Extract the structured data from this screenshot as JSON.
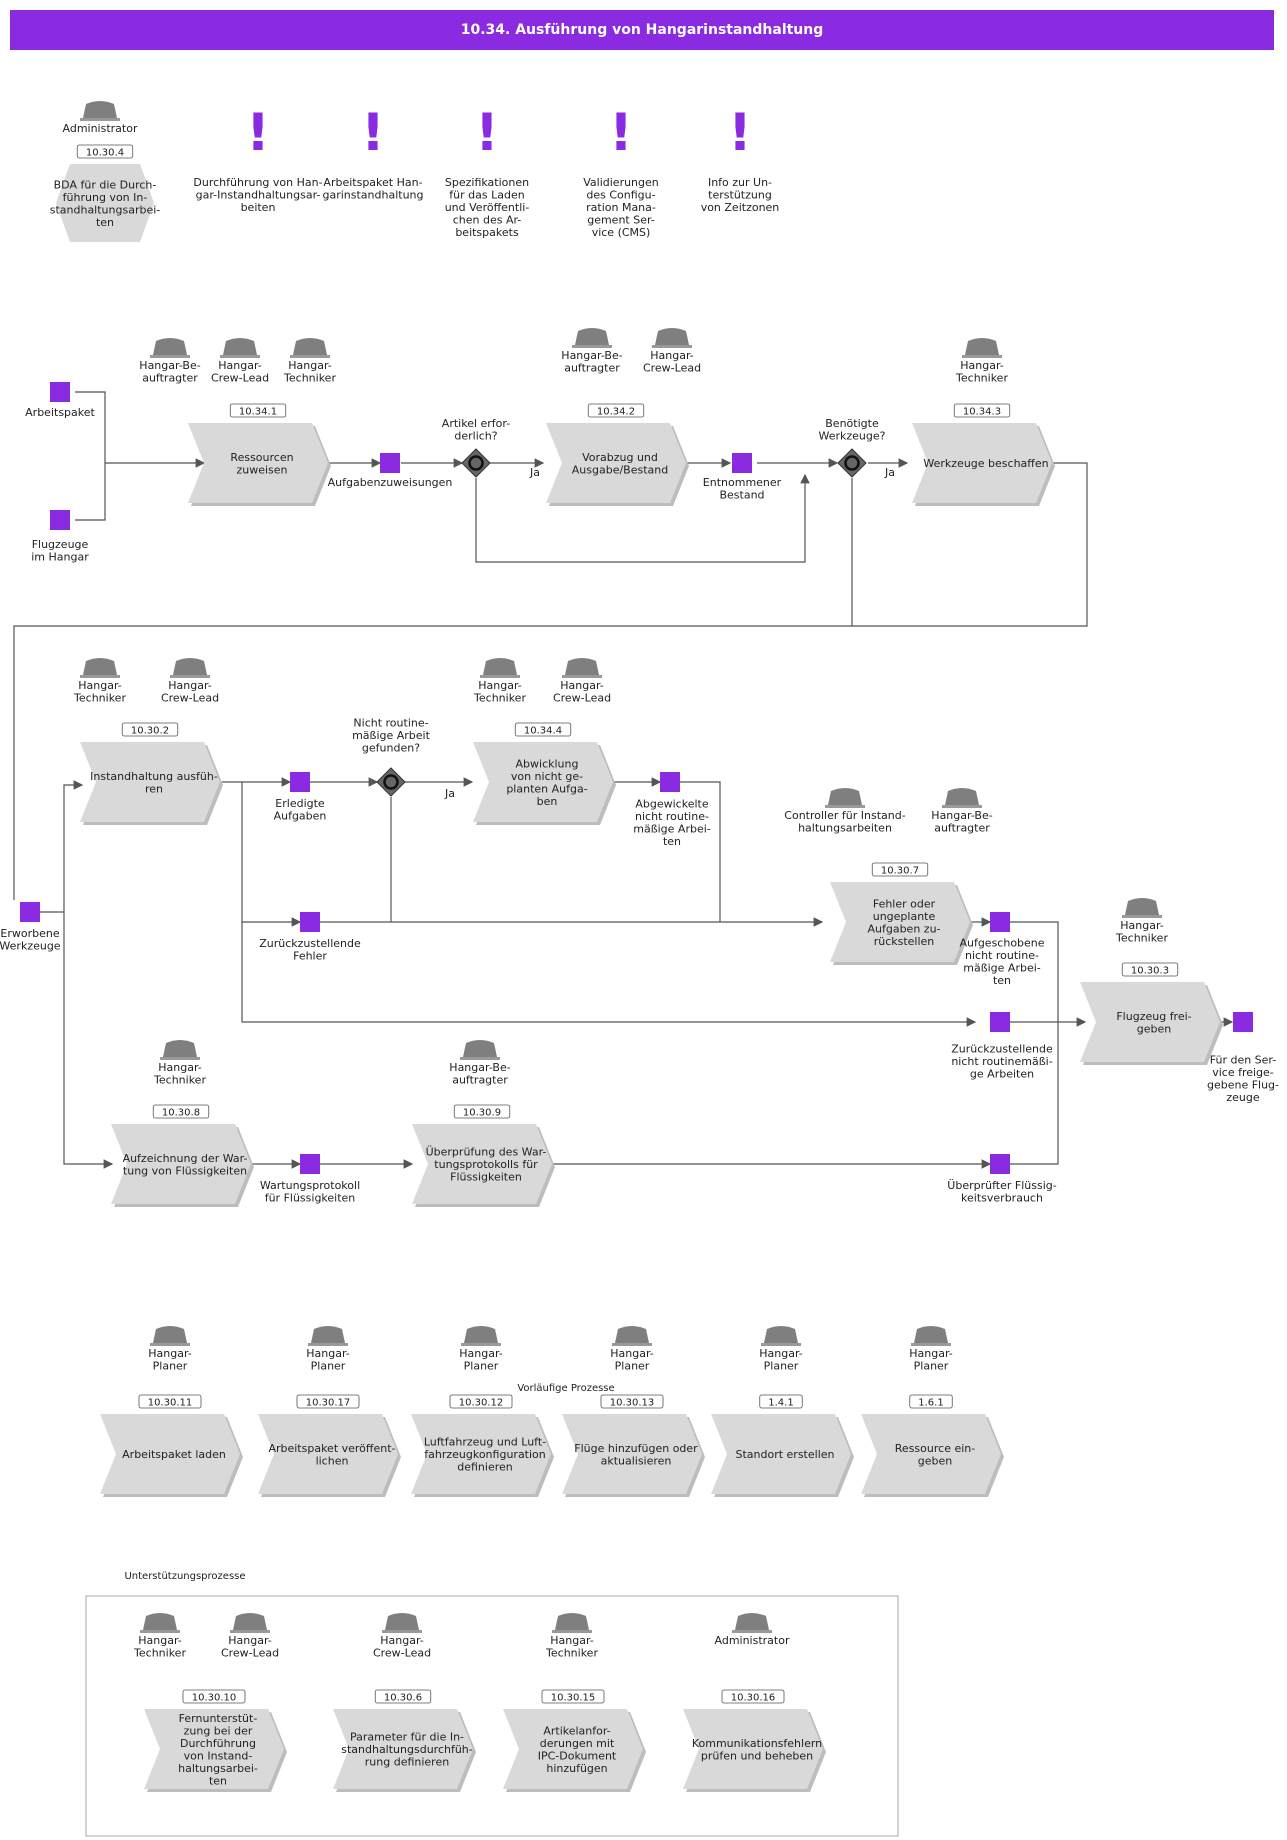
{
  "title": "10.34. Ausführung von Hangarinstandhaltung",
  "header": {
    "actor": "Administrator",
    "code": "10.30.4",
    "process": [
      "BDA für die Durch-",
      "führung von In-",
      "standhaltungsarbei-",
      "ten"
    ],
    "notes": [
      [
        "Durchführung von Han-",
        "gar-Instandhaltungsar-",
        "beiten"
      ],
      [
        "Arbeitspaket Han-",
        "garinstandhaltung"
      ],
      [
        "Spezifikationen",
        "für das Laden",
        "und Veröffentli-",
        "chen des Ar-",
        "beitspakets"
      ],
      [
        "Validierungen",
        "des Configu-",
        "ration Mana-",
        "gement Ser-",
        "vice (CMS)"
      ],
      [
        "Info zur Un-",
        "terstützung",
        "von Zeitzonen"
      ]
    ]
  },
  "roles": {
    "hbe": [
      "Hangar-Be-",
      "auftragter"
    ],
    "hcl": [
      "Hangar-",
      "Crew-Lead"
    ],
    "ht": [
      "Hangar-",
      "Techniker"
    ],
    "hp": [
      "Hangar-",
      "Planer"
    ],
    "ctrl": [
      "Controller für Instand-",
      "haltungsarbeiten"
    ],
    "admin": [
      "Administrator"
    ]
  },
  "main_flow": {
    "inputs": {
      "arbeitspaket": [
        "Arbeitspaket"
      ],
      "flugzeuge": [
        "Flugzeuge",
        "im Hangar"
      ]
    },
    "p_ressourcen": {
      "code": "10.34.1",
      "label": [
        "Ressourcen",
        "zuweisen"
      ]
    },
    "o_aufgaben": [
      "Aufgabenzuweisungen"
    ],
    "g_artikel": [
      "Artikel erfor-",
      "derlich?"
    ],
    "ja": "Ja",
    "p_vorabzug": {
      "code": "10.34.2",
      "label": [
        "Vorabzug und",
        "Ausgabe/Bestand"
      ]
    },
    "o_entnommen": [
      "Entnommener",
      "Bestand"
    ],
    "g_werkzeuge": [
      "Benötigte",
      "Werkzeuge?"
    ],
    "p_werkzeuge": {
      "code": "10.34.3",
      "label": [
        "Werkzeuge beschaffen"
      ]
    },
    "o_erworben": [
      "Erworbene",
      "Werkzeuge"
    ],
    "p_instand": {
      "code": "10.30.2",
      "label": [
        "Instandhaltung ausfüh-",
        "ren"
      ]
    },
    "o_erledigt": [
      "Erledigte",
      "Aufgaben"
    ],
    "g_nicht": [
      "Nicht routine-",
      "mäßige Arbeit",
      "gefunden?"
    ],
    "p_abwicklung": {
      "code": "10.34.4",
      "label": [
        "Abwicklung",
        "von nicht ge-",
        "planten Aufga-",
        "ben"
      ]
    },
    "o_abgewickelt": [
      "Abgewickelte",
      "nicht routine-",
      "mäßige Arbei-",
      "ten"
    ],
    "o_zurueck_fehler": [
      "Zurückzustellende",
      "Fehler"
    ],
    "p_fehler": {
      "code": "10.30.7",
      "label": [
        "Fehler oder",
        "ungeplante",
        "Aufgaben zu-",
        "rückstellen"
      ]
    },
    "o_aufgeschoben": [
      "Aufgeschobene",
      "nicht routine-",
      "mäßige Arbei-",
      "ten"
    ],
    "o_zurueck_arbeiten": [
      "Zurückzustellende",
      "nicht routinemäßi-",
      "ge Arbeiten"
    ],
    "p_freigeben": {
      "code": "10.30.3",
      "label": [
        "Flugzeug frei-",
        "geben"
      ]
    },
    "o_freigegeben": [
      "Für den Ser-",
      "vice freige-",
      "gebene Flug-",
      "zeuge"
    ],
    "p_aufzeichnung": {
      "code": "10.30.8",
      "label": [
        "Aufzeichnung der War-",
        "tung von Flüssigkeiten"
      ]
    },
    "o_protokoll": [
      "Wartungsprotokoll",
      "für Flüssigkeiten"
    ],
    "p_ueberpruefung": {
      "code": "10.30.9",
      "label": [
        "Überprüfung des War-",
        "tungsprotokolls für",
        "Flüssigkeiten"
      ]
    },
    "o_verbrauch": [
      "Überprüfter Flüssig-",
      "keitsverbrauch"
    ]
  },
  "preliminary": {
    "title": "Vorläufige Prozesse",
    "items": [
      {
        "code": "10.30.11",
        "label": [
          "Arbeitspaket laden"
        ]
      },
      {
        "code": "10.30.17",
        "label": [
          "Arbeitspaket veröffent-",
          "lichen"
        ]
      },
      {
        "code": "10.30.12",
        "label": [
          "Luftfahrzeug und Luft-",
          "fahrzeugkonfiguration",
          "definieren"
        ]
      },
      {
        "code": "10.30.13",
        "label": [
          "Flüge hinzufügen oder",
          "aktualisieren"
        ]
      },
      {
        "code": "1.4.1",
        "label": [
          "Standort erstellen"
        ]
      },
      {
        "code": "1.6.1",
        "label": [
          "Ressource ein-",
          "geben"
        ]
      }
    ]
  },
  "support": {
    "title": "Unterstützungsprozesse",
    "items": [
      {
        "code": "10.30.10",
        "label": [
          "Fernunterstüt-",
          "zung bei der",
          "Durchführung",
          "von Instand-",
          "haltungsarbei-",
          "ten"
        ]
      },
      {
        "code": "10.30.6",
        "label": [
          "Parameter für die In-",
          "standhaltungsdurchfüh-",
          "rung definieren"
        ]
      },
      {
        "code": "10.30.15",
        "label": [
          "Artikelanfor-",
          "derungen mit",
          "IPC-Dokument",
          "hinzufügen"
        ]
      },
      {
        "code": "10.30.16",
        "label": [
          "Kommunikationsfehlern",
          "prüfen und beheben"
        ]
      }
    ]
  },
  "colors": {
    "accent": "#8a2be2",
    "shape": "#d9d9d9",
    "actor": "#7f7f7f",
    "line": "#555555"
  }
}
